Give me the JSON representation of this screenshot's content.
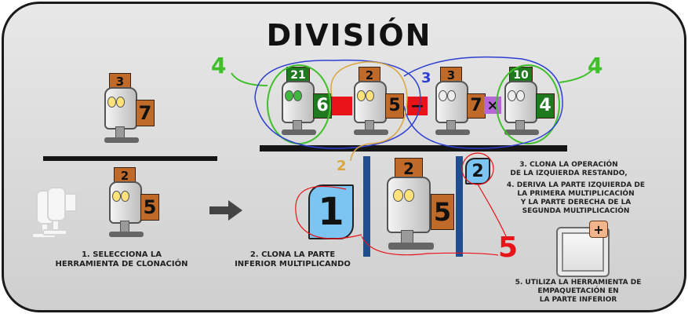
{
  "title": "DIVISIÓN",
  "annotations": {
    "left_group_number": "4",
    "right_group_number": "4",
    "middle_group_number": "3",
    "step2_number": "2",
    "step5_number": "5"
  },
  "robots": {
    "top_left": {
      "hat": "3",
      "side": "7"
    },
    "left_bottom": {
      "hat": "2",
      "side": "5"
    },
    "expr_1": {
      "hat": "21",
      "side": "6"
    },
    "expr_2": {
      "hat": "2",
      "side": "5"
    },
    "expr_3": {
      "hat": "3",
      "side": "7"
    },
    "expr_4": {
      "hat": "10",
      "side": "4"
    },
    "center": {
      "hat": "2",
      "side": "5"
    }
  },
  "operators": {
    "minus": "−",
    "times": "×"
  },
  "boxes": {
    "big_box": "1",
    "small_box": "2",
    "add_button": "+"
  },
  "captions": {
    "step1": "1. SELECCIONA LA\nHERRAMIENTA DE CLONACIÓN",
    "step2": "2. CLONA LA PARTE\nINFERIOR MULTIPLICANDO",
    "step3": "3. CLONA LA OPERACIÓN\nDE LA IZQUIERDA RESTANDO,",
    "step4": "4. DERIVA LA PARTE IZQUIERDA DE\nLA PRIMERA MULTIPLICACIÓN\nY LA  PARTE DERECHA DE LA\nSEGUNDA MULTIPLICACIÓN",
    "step5": "5. UTILIZA LA HERRAMIENTA DE\nEMPAQUETACIÓN EN\nLA PARTE INFERIOR"
  },
  "colors": {
    "hat": "#c06a2a",
    "green_hat": "#1f7a1f",
    "red_op": "#e8141a",
    "purple_op": "#b766d6",
    "blue_bar": "#1f4e8f",
    "box_blue": "#7cc4f2",
    "anno_green": "#3fbf2a",
    "anno_blue": "#2f3fd1",
    "anno_orange": "#d9a640",
    "anno_red": "#e8141a"
  }
}
